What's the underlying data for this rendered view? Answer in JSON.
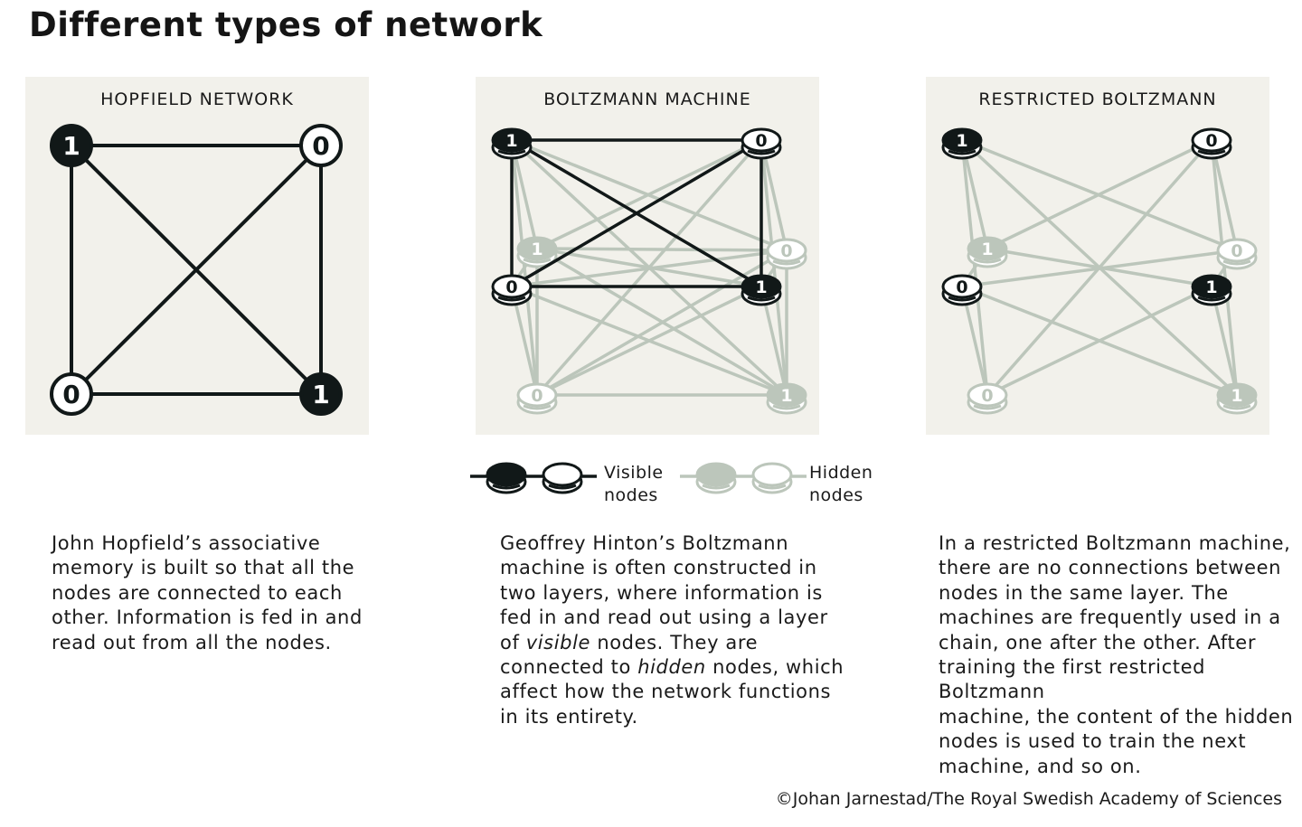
{
  "page": {
    "title": "Different types of network",
    "credit": "©Johan Jarnestad/The Royal Swedish Academy of Sciences"
  },
  "colors": {
    "panel_bg": "#f2f1eb",
    "visible_node": "#111818",
    "visible_edge": "#111818",
    "hidden_node": "#bcc6bb",
    "hidden_edge": "#bcc6bb",
    "node_fill_light": "#ffffff"
  },
  "panels": [
    {
      "title": "HOPFIELD NETWORK",
      "style": "flat",
      "nodes": [
        {
          "id": "a",
          "value": "1",
          "layer": "visible"
        },
        {
          "id": "b",
          "value": "0",
          "layer": "visible"
        },
        {
          "id": "c",
          "value": "0",
          "layer": "visible"
        },
        {
          "id": "d",
          "value": "1",
          "layer": "visible"
        }
      ],
      "edges": [
        [
          "a",
          "b"
        ],
        [
          "a",
          "c"
        ],
        [
          "a",
          "d"
        ],
        [
          "b",
          "c"
        ],
        [
          "b",
          "d"
        ],
        [
          "c",
          "d"
        ]
      ],
      "description_parts": [
        {
          "text": "John Hopfield’s associative\nmemory is built so that all the\nnodes are connected to each\nother. Information is fed in and\nread out from all the nodes.",
          "italic": false
        }
      ]
    },
    {
      "title": "BOLTZMANN MACHINE",
      "style": "disc",
      "nodes": [
        {
          "id": "v1",
          "value": "1",
          "layer": "visible"
        },
        {
          "id": "v2",
          "value": "0",
          "layer": "visible"
        },
        {
          "id": "v3",
          "value": "0",
          "layer": "visible"
        },
        {
          "id": "v4",
          "value": "1",
          "layer": "visible"
        },
        {
          "id": "h1",
          "value": "1",
          "layer": "hidden"
        },
        {
          "id": "h2",
          "value": "0",
          "layer": "hidden"
        },
        {
          "id": "h3",
          "value": "0",
          "layer": "hidden"
        },
        {
          "id": "h4",
          "value": "1",
          "layer": "hidden"
        }
      ],
      "edges": "all",
      "description_parts": [
        {
          "text": "Geoffrey Hinton’s Boltzmann\nmachine is often constructed in\ntwo layers, where information is\nfed in and read out using a layer\nof ",
          "italic": false
        },
        {
          "text": "visible",
          "italic": true
        },
        {
          "text": " nodes. They are\nconnected to ",
          "italic": false
        },
        {
          "text": "hidden",
          "italic": true
        },
        {
          "text": " nodes, which\naffect how the network functions\nin its entirety.",
          "italic": false
        }
      ]
    },
    {
      "title": "RESTRICTED BOLTZMANN",
      "style": "disc",
      "nodes": [
        {
          "id": "v1",
          "value": "1",
          "layer": "visible"
        },
        {
          "id": "v2",
          "value": "0",
          "layer": "visible"
        },
        {
          "id": "v3",
          "value": "0",
          "layer": "visible"
        },
        {
          "id": "v4",
          "value": "1",
          "layer": "visible"
        },
        {
          "id": "h1",
          "value": "1",
          "layer": "hidden"
        },
        {
          "id": "h2",
          "value": "0",
          "layer": "hidden"
        },
        {
          "id": "h3",
          "value": "0",
          "layer": "hidden"
        },
        {
          "id": "h4",
          "value": "1",
          "layer": "hidden"
        }
      ],
      "edges": "bipartite",
      "description_parts": [
        {
          "text": "In a restricted Boltzmann machine,\nthere are no connections between\nnodes in the same layer. The\nmachines are frequently used in a\nchain, one after the other. After\ntraining the first restricted Boltzmann\nmachine, the content of the hidden\nnodes is used to train the next\nmachine, and so on.",
          "italic": false
        }
      ]
    }
  ],
  "legend": {
    "visible_label": "Visible\nnodes",
    "hidden_label": "Hidden\nnodes"
  }
}
